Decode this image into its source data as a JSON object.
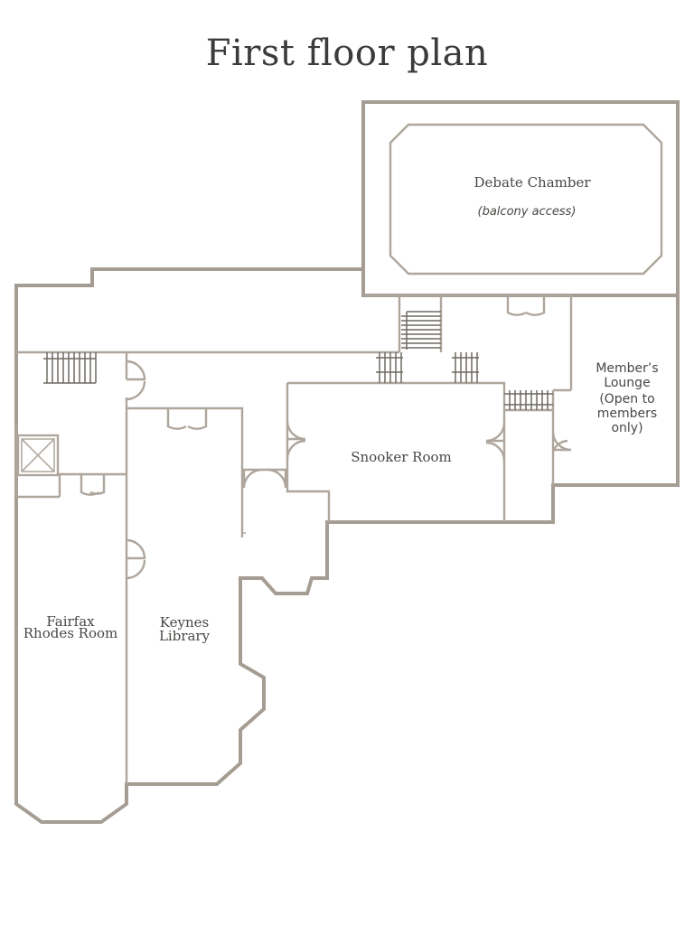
{
  "title": "First floor plan",
  "rooms": {
    "debate_chamber": {
      "name": "Debate Chamber",
      "note": "(balcony access)"
    },
    "snooker_room": {
      "name": "Snooker Room"
    },
    "members_lounge": {
      "line1": "Member’s",
      "line2": "Lounge",
      "line3": "(Open to",
      "line4": "members",
      "line5": "only)"
    },
    "fairfax": {
      "line1": "Fairfax",
      "line2": "Rhodes Room"
    },
    "keynes": {
      "line1": "Keynes",
      "line2": "Library"
    }
  },
  "colors": {
    "wall": "#a59d93",
    "stairs": "#6f6a64",
    "text": "#4a4744"
  }
}
